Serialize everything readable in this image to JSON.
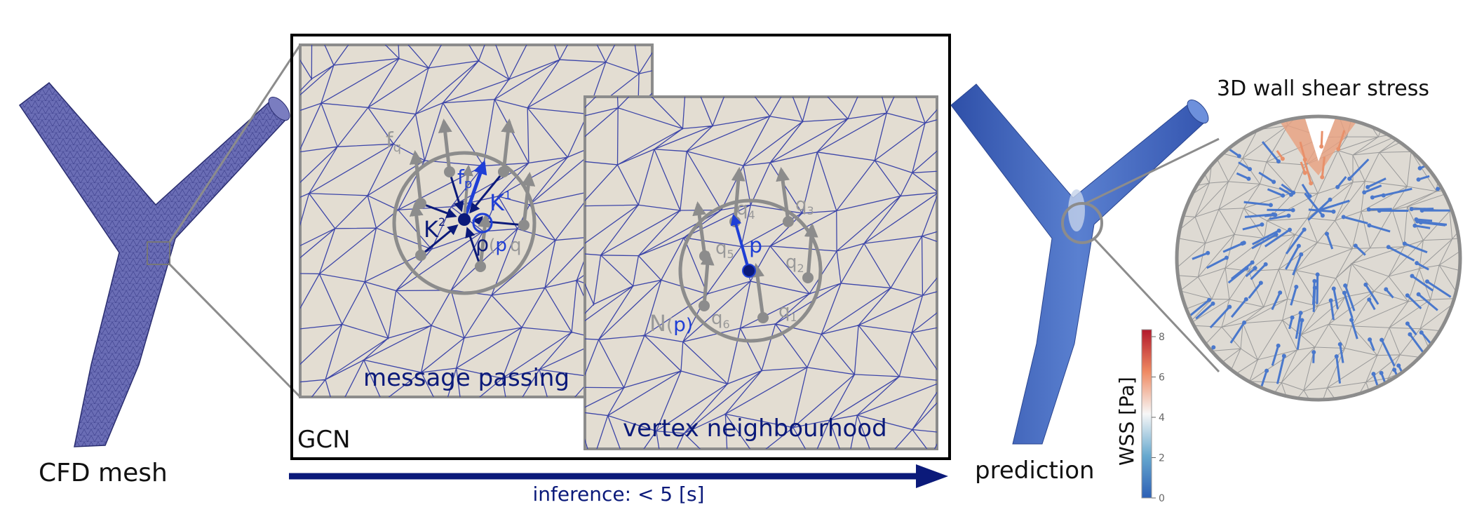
{
  "labels": {
    "cfd_mesh": "CFD mesh",
    "gcn": "GCN",
    "message_passing": "message passing",
    "vertex_neighbourhood": "vertex neighbourhood",
    "prediction": "prediction",
    "wss_title": "3D wall shear stress",
    "inference": "inference: < 5 [s]",
    "colorbar_label": "WSS [Pa]"
  },
  "message_passing_symbols": {
    "f_q": "f",
    "f_q_sub": "q",
    "f_p": "f",
    "f_p_sub": "p",
    "K1": "K",
    "K1_sup": "1",
    "K2": "K",
    "K2_sup": "2",
    "rho": "ρ",
    "rho_arg_open": "(",
    "rho_arg_p": "p",
    "rho_arg_q": "q"
  },
  "neighbourhood_symbols": {
    "p": "p",
    "N": "N",
    "N_open": "(",
    "N_p": "p",
    "N_close": ")",
    "q1": "q",
    "q1_sub": "1",
    "q2": "q",
    "q2_sub": "2",
    "q3": "q",
    "q3_sub": "3",
    "q4": "q",
    "q4_sub": "4",
    "q5": "q",
    "q5_sub": "5",
    "q6": "q",
    "q6_sub": "6"
  },
  "colorbar": {
    "ticks": [
      "8",
      "6",
      "4",
      "2",
      "0"
    ],
    "colors": [
      "#b2182b",
      "#ef8a62",
      "#f7f7f7",
      "#67a9cf",
      "#2c5fb5"
    ]
  },
  "colors": {
    "mesh_vessel": "#5b5fa8",
    "prediction_vessel": "#4a6ec0",
    "dark_blue": "#0b1a7a",
    "accent_blue": "#1f3fd6",
    "gray": "#888888",
    "panel_bg": "#e3ddd2"
  }
}
